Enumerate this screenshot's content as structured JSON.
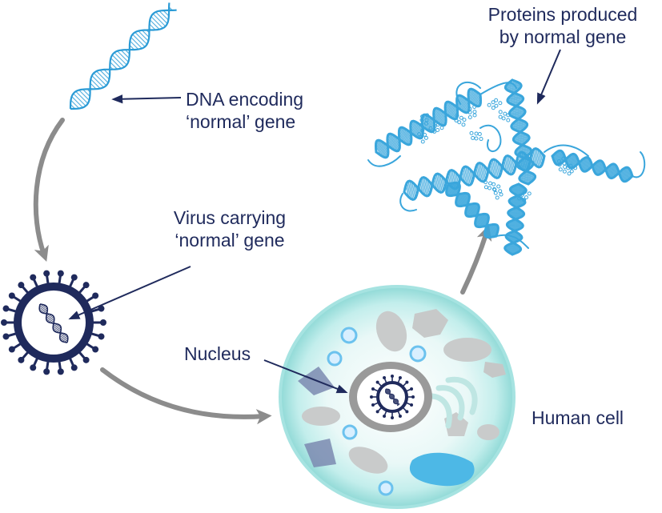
{
  "labels": {
    "dna_line1": "DNA encoding",
    "dna_line2": "‘normal’ gene",
    "virus_line1": "Virus carrying",
    "virus_line2": "‘normal’ gene",
    "nucleus": "Nucleus",
    "human_cell": "Human cell",
    "proteins_line1": "Proteins produced",
    "proteins_line2": "by normal gene"
  },
  "colors": {
    "label_text": "#1f2a5c",
    "pointer_line": "#1f2a5c",
    "process_arrow": "#8c8c8c",
    "dna_strand": "#2a9bd6",
    "virus": "#1f2a5c",
    "cell_membrane": "#9adfdd",
    "nucleus_ring": "#9a9a9a",
    "protein_ribbon": "#3aa6dc"
  },
  "icons": [
    "dna-double-helix-icon",
    "virus-particle-icon",
    "human-cell-icon",
    "protein-structure-icon"
  ]
}
